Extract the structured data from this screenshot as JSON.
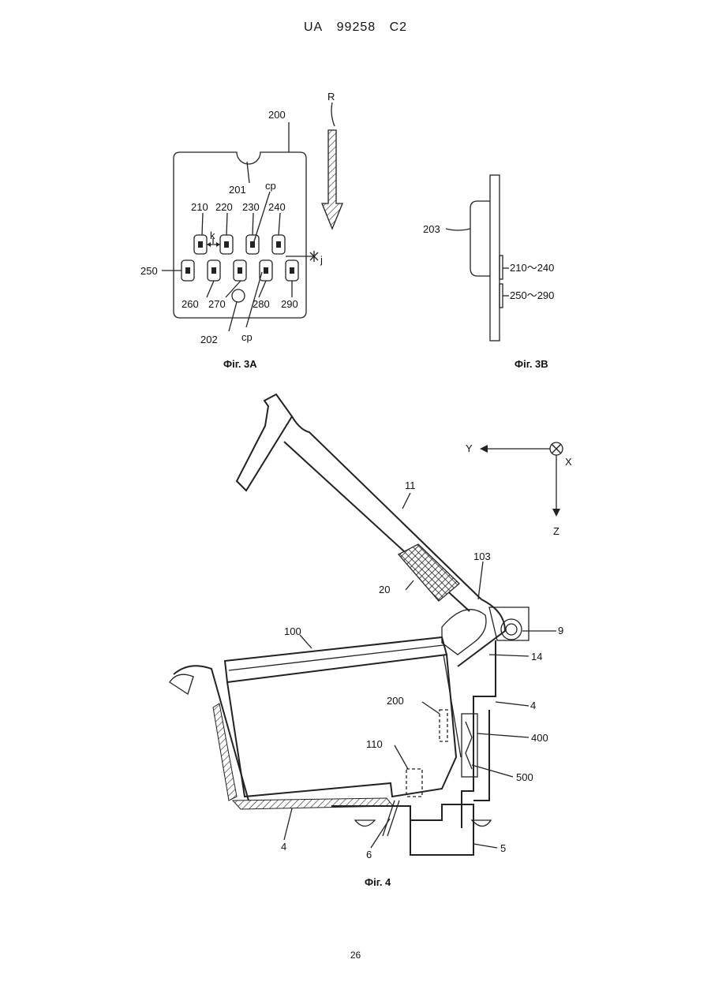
{
  "header": {
    "office": "UA",
    "number": "99258",
    "kind": "C2"
  },
  "page_number": "26",
  "fig3a": {
    "caption": "Фіг. 3А",
    "labels": {
      "board": "200",
      "notch": "201",
      "hole": "202",
      "r": "R",
      "k": "k",
      "j": "j",
      "cp_top": "cp",
      "cp_bottom": "cp",
      "c210": "210",
      "c220": "220",
      "c230": "230",
      "c240": "240",
      "c250": "250",
      "c260": "260",
      "c270": "270",
      "c280": "280",
      "c290": "290"
    }
  },
  "fig3b": {
    "caption": "Фіг. 3В",
    "labels": {
      "memory": "203",
      "upper": "210～240",
      "lower": "250～290"
    }
  },
  "fig4": {
    "caption": "Фіг. 4",
    "labels": {
      "lever": "11",
      "pad": "20",
      "cartridge": "100",
      "hook": "103",
      "pivot": "9",
      "part14": "14",
      "frame_right": "4",
      "board": "200",
      "contact": "400",
      "circuit": "500",
      "sensor": "110",
      "frame_bottom": "4",
      "screw": "6",
      "base": "5",
      "y": "Y",
      "x": "X",
      "z": "Z"
    }
  }
}
